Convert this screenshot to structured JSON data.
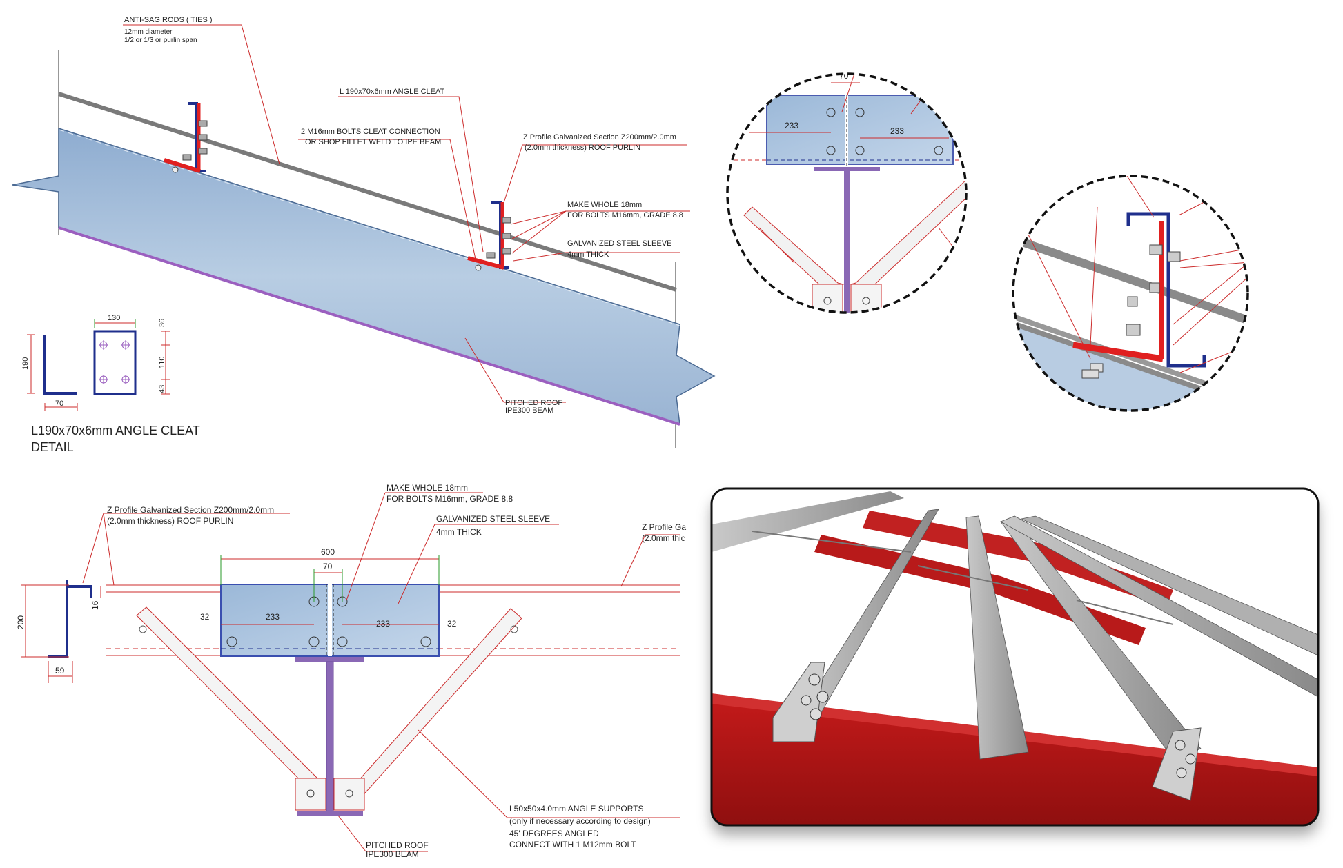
{
  "colors": {
    "beam_fill": "#a9c1da",
    "beam_stroke": "#4b6a93",
    "purlin_gray": "#7d7d7d",
    "leader_red": "#cc2b2b",
    "cleat_red": "#e02020",
    "purlin_blue": "#1f2f8c",
    "web_purple": "#8a68b5",
    "render_red": "#b01d1d",
    "render_gray": "#9a9a9a"
  },
  "top_left": {
    "anti_sag_title": "ANTI-SAG RODS ( TIES )",
    "anti_sag_line1": "12mm diameter",
    "anti_sag_line2": "1/2 or 1/3 or purlin span",
    "angle_cleat": "L 190x70x6mm ANGLE CLEAT",
    "bolts_line1": "2 M16mm BOLTS CLEAT CONNECTION",
    "bolts_line2": "OR SHOP FILLET WELD TO IPE BEAM",
    "zprofile_line1": "Z Profile Galvanized Section Z200mm/2.0mm",
    "zprofile_line2": "(2.0mm thickness) ROOF PURLIN",
    "hole_line1": "MAKE WHOLE 18mm",
    "hole_line2": "FOR BOLTS M16mm, GRADE 8.8",
    "sleeve_line1": "GALVANIZED STEEL SLEEVE",
    "sleeve_line2": "4mm THICK",
    "roof_line1": "PITCHED ROOF",
    "roof_line2": "IPE300 BEAM"
  },
  "cleat_detail": {
    "dim_130": "130",
    "dim_36": "36",
    "dim_110": "110",
    "dim_43": "43",
    "dim_190": "190",
    "dim_70": "70",
    "title_line1": "L190x70x6mm ANGLE CLEAT",
    "title_line2": "DETAIL"
  },
  "zoom_circles": {
    "dim_600": "600",
    "dim_70": "70",
    "dim_233a": "233",
    "dim_233b": "233",
    "dim_32": "32",
    "partial_label": "(2.0"
  },
  "bottom_left": {
    "zprofile_line1": "Z Profile Galvanized Section Z200mm/2.0mm",
    "zprofile_line2": "(2.0mm thickness) ROOF PURLIN",
    "zprofile_right_line1": "Z Profile Ga",
    "zprofile_right_line2": "(2.0mm thic",
    "hole_line1": "MAKE WHOLE 18mm",
    "hole_line2": "FOR BOLTS M16mm, GRADE 8.8",
    "sleeve_line1": "GALVANIZED STEEL SLEEVE",
    "sleeve_line2": "4mm THICK",
    "dim_600": "600",
    "dim_70": "70",
    "dim_32a": "32",
    "dim_233a": "233",
    "dim_233b": "233",
    "dim_32b": "32",
    "dim_200": "200",
    "dim_16": "16",
    "dim_59": "59",
    "support_line1": "L50x50x4.0mm ANGLE SUPPORTS",
    "support_line2": "(only if necessary according to design)",
    "support_line3": "45' DEGREES ANGLED",
    "support_line4": "CONNECT WITH 1 M12mm BOLT",
    "roof_line1": "PITCHED ROOF",
    "roof_line2": "IPE300 BEAM"
  }
}
